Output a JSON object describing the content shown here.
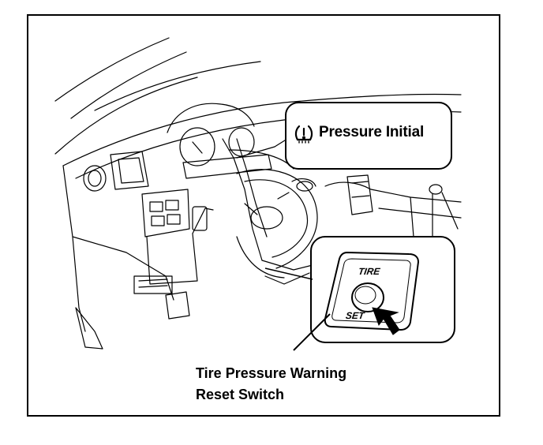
{
  "callout_top": {
    "icon": "tire-pressure-warning-icon",
    "text": "Pressure Initial"
  },
  "switch_panel": {
    "top_label": "TIRE",
    "bottom_label": "SET"
  },
  "caption": {
    "line1": "Tire Pressure Warning",
    "line2": "Reset Switch"
  },
  "colors": {
    "ink": "#000000",
    "paper": "#ffffff"
  }
}
